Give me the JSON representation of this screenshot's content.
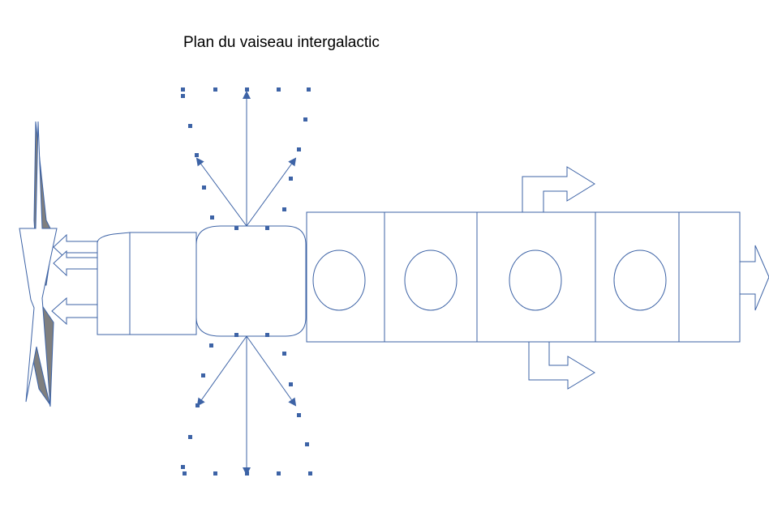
{
  "diagram": {
    "title": "Plan du vaiseau intergalactic",
    "colors": {
      "stroke": "#3d63a6",
      "dots": "#3d63a6",
      "fin_fill": "#7f7f7f",
      "background": "#ffffff"
    },
    "components": {
      "left_fin": "fin",
      "engine": "engine",
      "hub": "hub",
      "dotted_field": "dotted-field",
      "modules": "module",
      "portholes": "porthole",
      "exhaust_arrows": "arrow",
      "exit_arrows": "arrow"
    }
  }
}
